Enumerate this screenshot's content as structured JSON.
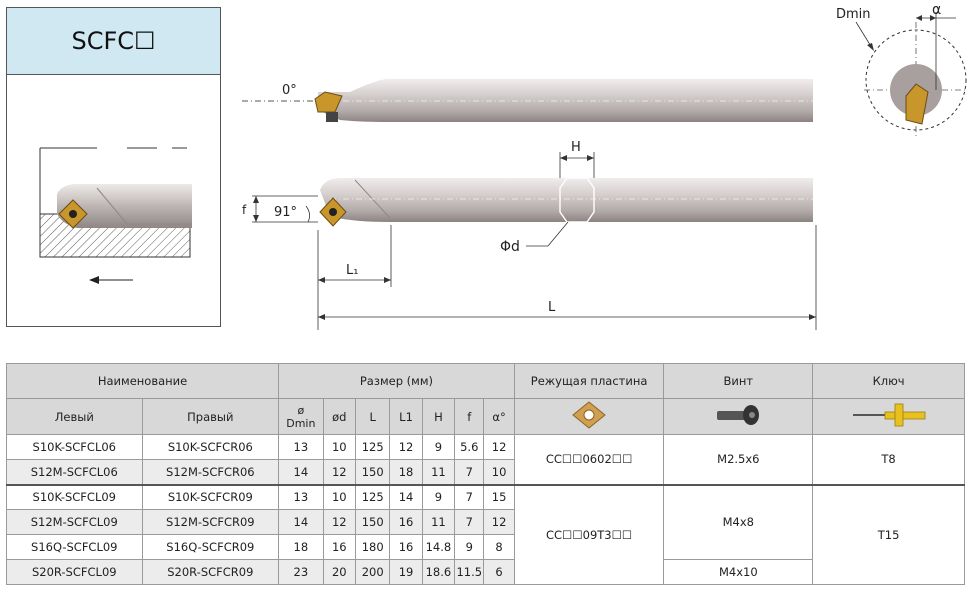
{
  "panel": {
    "title": "SCFC☐"
  },
  "diagram": {
    "angle_zero": "0°",
    "angle_91": "91°",
    "f": "f",
    "L1": "L₁",
    "L": "L",
    "H": "H",
    "phi_d": "Φd",
    "dmin": "Dmin",
    "alpha": "α"
  },
  "table": {
    "group_headers": {
      "name": "Наименование",
      "size": "Размер (мм)",
      "insert": "Режущая пластина",
      "screw": "Винт",
      "key": "Ключ"
    },
    "columns": {
      "left": "Левый",
      "right": "Правый",
      "dmin_sym": "ø",
      "dmin": "Dmin",
      "od": "ød",
      "L": "L",
      "L1": "L1",
      "H": "H",
      "f": "f",
      "alpha": "α°"
    },
    "rows": [
      {
        "left": "S10K-SCFCL06",
        "right": "S10K-SCFCR06",
        "dmin": "13",
        "d": "10",
        "L": "125",
        "L1": "12",
        "H": "9",
        "f": "5.6",
        "a": "12"
      },
      {
        "left": "S12M-SCFCL06",
        "right": "S12M-SCFCR06",
        "dmin": "14",
        "d": "12",
        "L": "150",
        "L1": "18",
        "H": "11",
        "f": "7",
        "a": "10"
      },
      {
        "left": "S10K-SCFCL09",
        "right": "S10K-SCFCR09",
        "dmin": "13",
        "d": "10",
        "L": "125",
        "L1": "14",
        "H": "9",
        "f": "7",
        "a": "15"
      },
      {
        "left": "S12M-SCFCL09",
        "right": "S12M-SCFCR09",
        "dmin": "14",
        "d": "12",
        "L": "150",
        "L1": "16",
        "H": "11",
        "f": "7",
        "a": "12"
      },
      {
        "left": "S16Q-SCFCL09",
        "right": "S16Q-SCFCR09",
        "dmin": "18",
        "d": "16",
        "L": "180",
        "L1": "16",
        "H": "14.8",
        "f": "9",
        "a": "8"
      },
      {
        "left": "S20R-SCFCL09",
        "right": "S20R-SCFCR09",
        "dmin": "23",
        "d": "20",
        "L": "200",
        "L1": "19",
        "H": "18.6",
        "f": "11.5",
        "a": "6"
      }
    ],
    "insert_06": "CC☐☐0602☐☐",
    "insert_09": "CC☐☐09T3☐☐",
    "screw_06": "M2.5x6",
    "screw_09a": "M4x8",
    "screw_09b": "M4x10",
    "key_06": "T8",
    "key_09": "T15"
  },
  "colors": {
    "header_blue": "#cfe8f1",
    "insert_gold": "#c8962a",
    "bar": "#c9c3c2",
    "orange_line": "#e07b2c"
  }
}
